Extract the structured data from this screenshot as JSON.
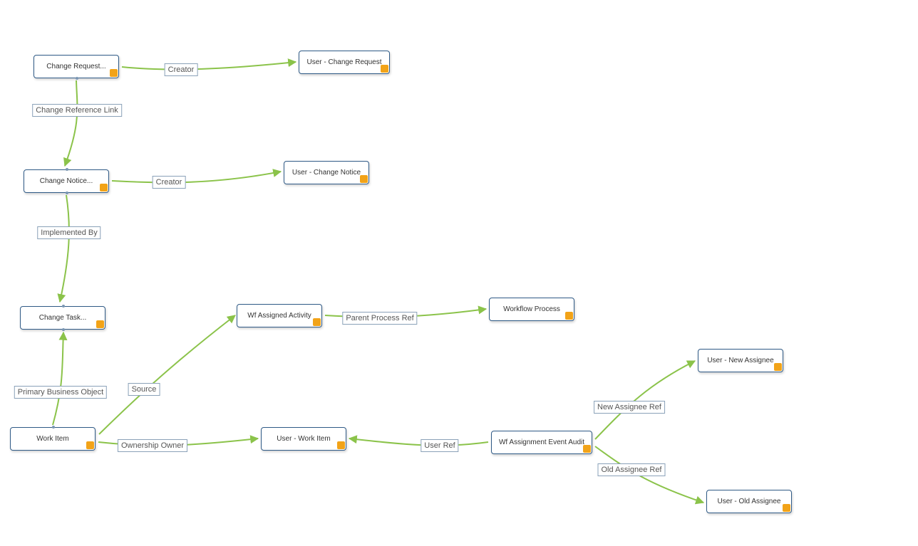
{
  "colors": {
    "edge": "#8bc34a",
    "node_border": "#2f5a86",
    "badge": "#f2a318",
    "label_border": "#8aa1b8"
  },
  "nodes": {
    "change_request": "Change Request...",
    "user_change_request": "User - Change Request",
    "change_notice": "Change Notice...",
    "user_change_notice": "User - Change Notice",
    "change_task": "Change Task...",
    "wf_assigned_activity": "Wf Assigned Activity",
    "workflow_process": "Workflow Process",
    "user_new_assignee": "User - New Assignee",
    "work_item": "Work Item",
    "user_work_item": "User - Work Item",
    "wf_assignment_event_audit": "Wf Assignment Event Audit",
    "user_old_assignee": "User - Old Assignee"
  },
  "edges": {
    "creator_cr": "Creator",
    "change_reference_link": "Change Reference Link",
    "creator_cn": "Creator",
    "implemented_by": "Implemented By",
    "parent_process_ref": "Parent Process Ref",
    "primary_business_object": "Primary Business Object",
    "source": "Source",
    "new_assignee_ref": "New Assignee Ref",
    "ownership_owner": "Ownership Owner",
    "user_ref": "User Ref",
    "old_assignee_ref": "Old Assignee Ref"
  }
}
